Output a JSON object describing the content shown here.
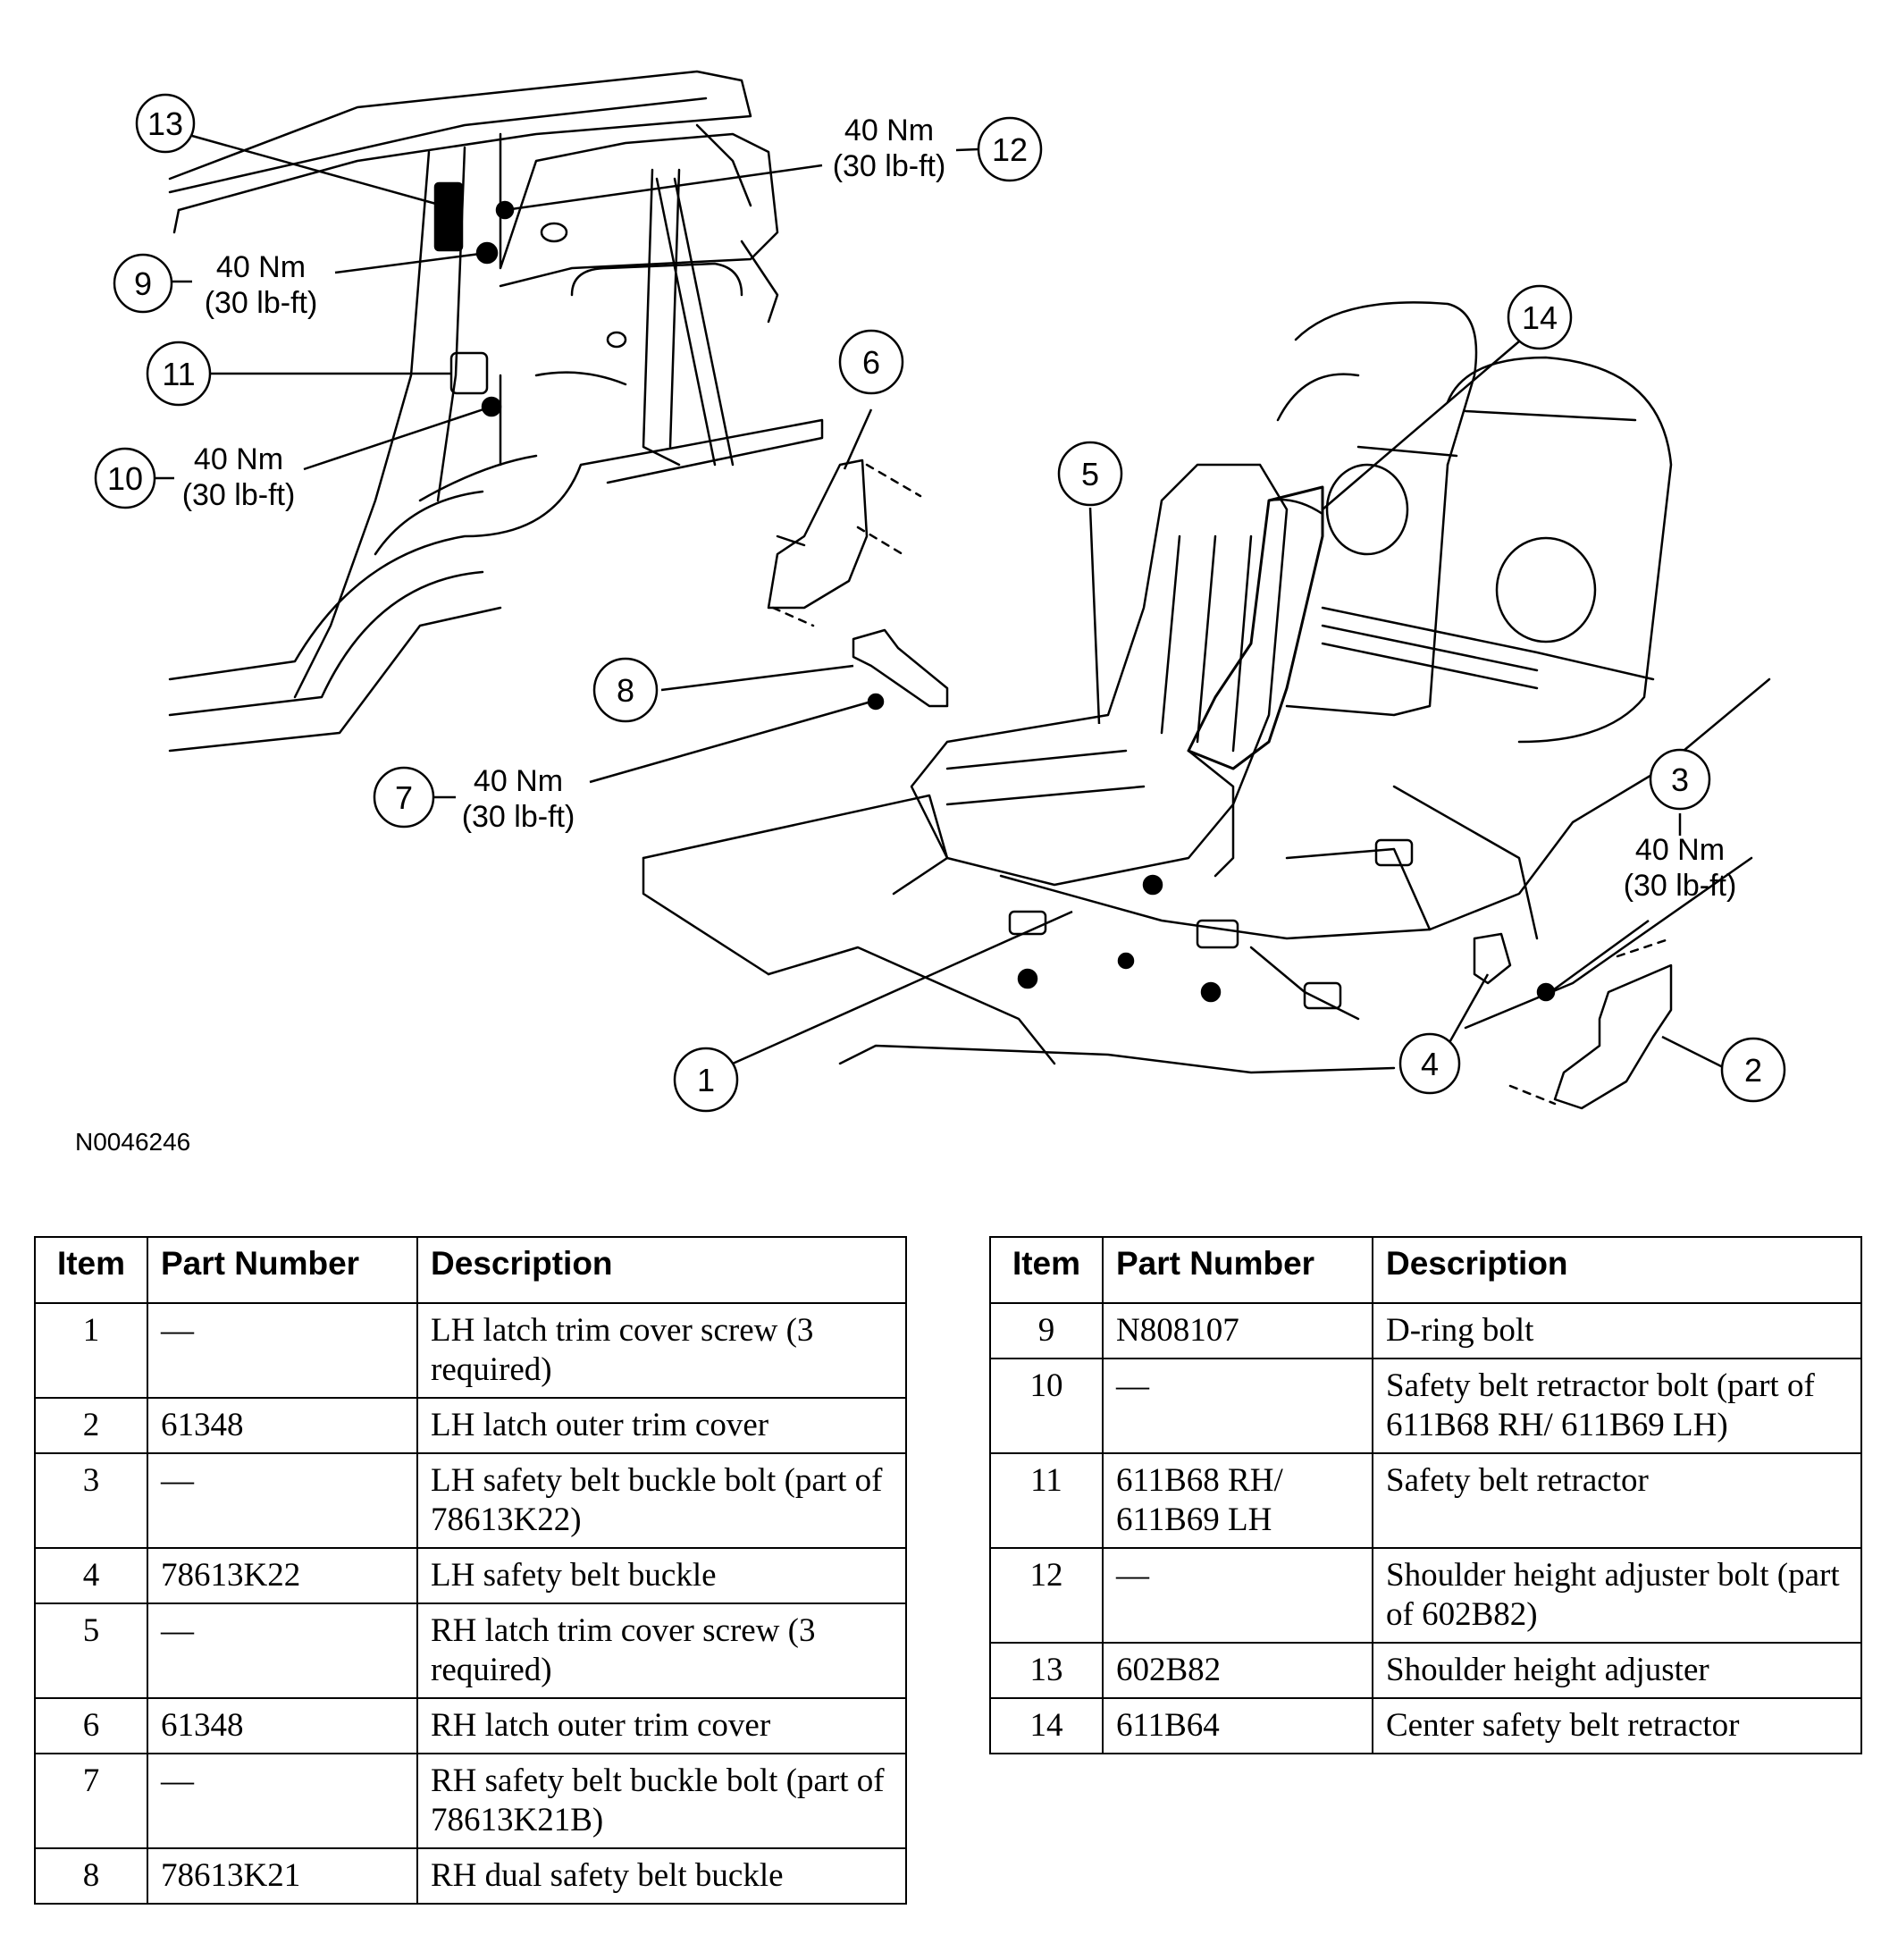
{
  "figure": {
    "figure_id": "N0046246",
    "callouts": [
      {
        "num": "13"
      },
      {
        "num": "12"
      },
      {
        "num": "9"
      },
      {
        "num": "11"
      },
      {
        "num": "10"
      },
      {
        "num": "6"
      },
      {
        "num": "8"
      },
      {
        "num": "7"
      },
      {
        "num": "5"
      },
      {
        "num": "14"
      },
      {
        "num": "3"
      },
      {
        "num": "4"
      },
      {
        "num": "2"
      },
      {
        "num": "1"
      }
    ],
    "torques": [
      {
        "nm": "40 Nm",
        "lbft": "(30 lb-ft)"
      },
      {
        "nm": "40 Nm",
        "lbft": "(30 lb-ft)"
      },
      {
        "nm": "40 Nm",
        "lbft": "(30 lb-ft)"
      },
      {
        "nm": "40 Nm",
        "lbft": "(30 lb-ft)"
      },
      {
        "nm": "40 Nm",
        "lbft": "(30 lb-ft)"
      }
    ]
  },
  "tables": {
    "headers": {
      "item": "Item",
      "part_number": "Part Number",
      "description": "Description"
    },
    "left": [
      {
        "item": "1",
        "part": "—",
        "desc": "LH latch trim cover screw (3 required)"
      },
      {
        "item": "2",
        "part": "61348",
        "desc": "LH latch outer trim cover"
      },
      {
        "item": "3",
        "part": "—",
        "desc": "LH safety belt buckle bolt (part of 78613K22)"
      },
      {
        "item": "4",
        "part": "78613K22",
        "desc": "LH safety belt buckle"
      },
      {
        "item": "5",
        "part": "—",
        "desc": "RH latch trim cover screw (3 required)"
      },
      {
        "item": "6",
        "part": "61348",
        "desc": "RH latch outer trim cover"
      },
      {
        "item": "7",
        "part": "—",
        "desc": "RH safety belt buckle bolt (part of 78613K21B)"
      },
      {
        "item": "8",
        "part": "78613K21",
        "desc": "RH dual safety belt buckle"
      }
    ],
    "right": [
      {
        "item": "9",
        "part": "N808107",
        "desc": "D-ring bolt"
      },
      {
        "item": "10",
        "part": "—",
        "desc": "Safety belt retractor bolt (part of 611B68 RH/ 611B69 LH)"
      },
      {
        "item": "11",
        "part": "611B68 RH/ 611B69 LH",
        "desc": "Safety belt retractor"
      },
      {
        "item": "12",
        "part": "—",
        "desc": "Shoulder height adjuster bolt (part of 602B82)"
      },
      {
        "item": "13",
        "part": "602B82",
        "desc": "Shoulder height adjuster"
      },
      {
        "item": "14",
        "part": "611B64",
        "desc": "Center safety belt retractor"
      }
    ]
  }
}
